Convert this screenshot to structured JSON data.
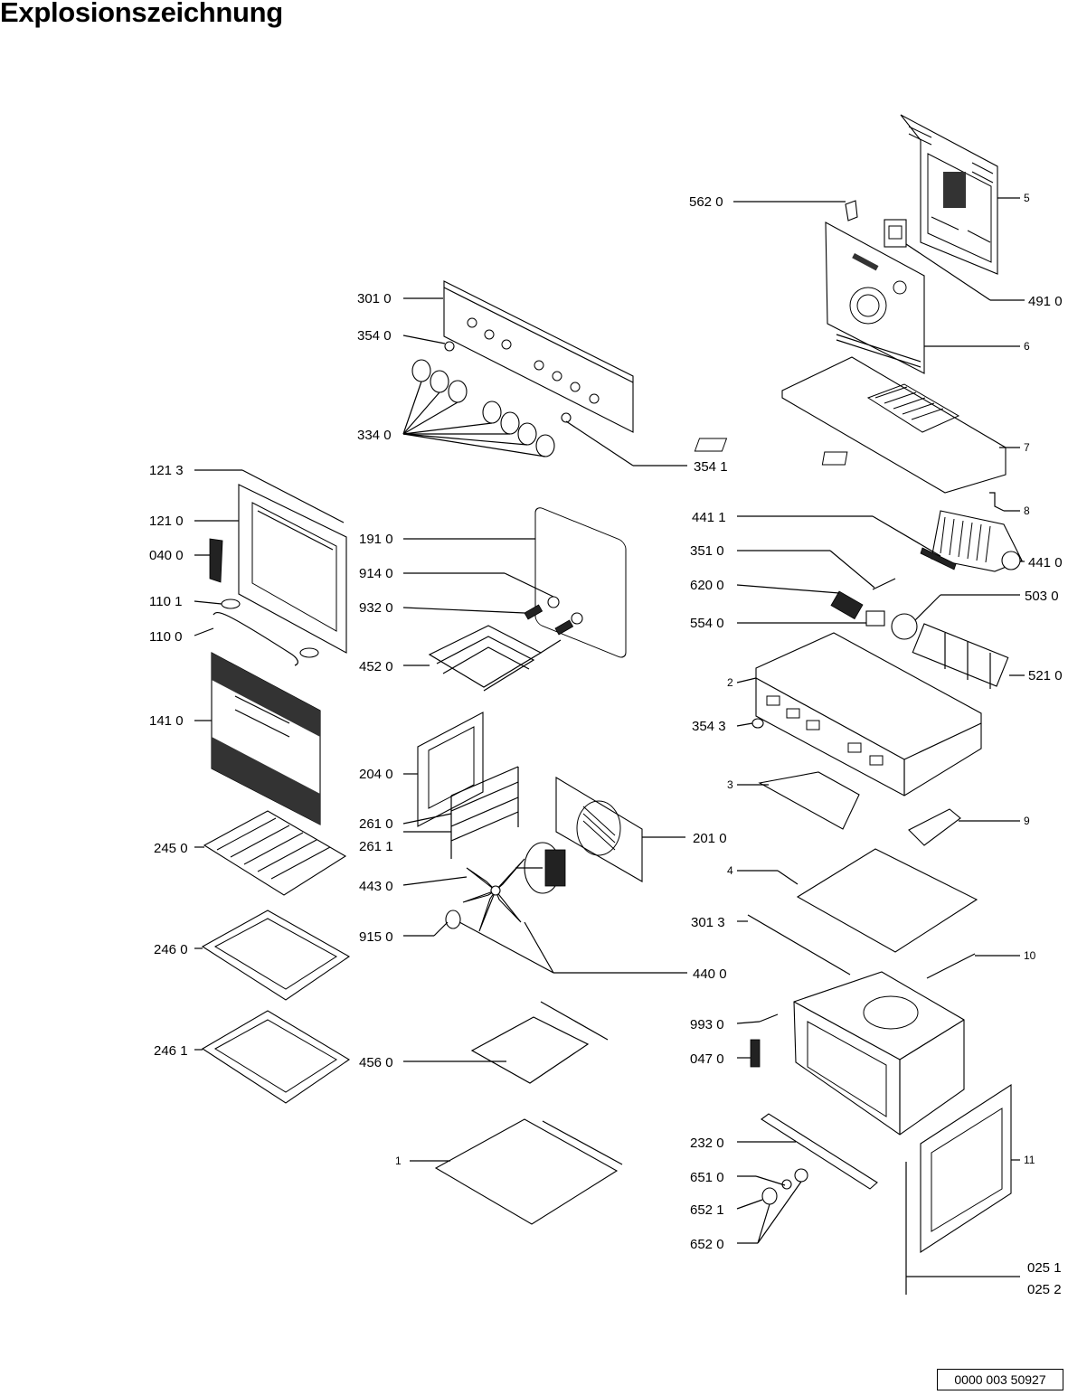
{
  "title": "Explosionszeichnung",
  "document_number": "0000 003 50927",
  "labels": {
    "l5": "5",
    "l5620": "562 0",
    "l4910": "491 0",
    "l6": "6",
    "l3010": "301 0",
    "l3540": "354 0",
    "l3340": "334 0",
    "l7": "7",
    "l3541": "354 1",
    "l1213": "121 3",
    "l8": "8",
    "l1210": "121 0",
    "l4411": "441 1",
    "l1910": "191 0",
    "l0400": "040 0",
    "l4410": "441 0",
    "l3510": "351 0",
    "l9140": "914 0",
    "l6200": "620 0",
    "l5030": "503 0",
    "l1101": "110 1",
    "l9320": "932 0",
    "l5540": "554 0",
    "l1100": "110 0",
    "l4520": "452 0",
    "l2": "2",
    "l5210": "521 0",
    "l1410": "141 0",
    "l3543": "354 3",
    "l2040": "204 0",
    "l3": "3",
    "l2610": "261 0",
    "l9": "9",
    "l2611": "261 1",
    "l2450": "245 0",
    "l2010": "201 0",
    "l4": "4",
    "l4430": "443 0",
    "l3013": "301 3",
    "l9150": "915 0",
    "l2460": "246 0",
    "l10": "10",
    "l4400": "440 0",
    "l9930": "993 0",
    "l2461": "246 1",
    "l4560": "456 0",
    "l0470": "047 0",
    "l2320": "232 0",
    "l1": "1",
    "l11": "11",
    "l6510": "651 0",
    "l6521": "652 1",
    "l6520": "652 0",
    "l0251": "025 1",
    "l0252": "025 2"
  },
  "parts": {
    "rear_panel": "rear-panel",
    "back_wall": "back-wall",
    "top_cover": "top-cover",
    "control_panel": "control-panel",
    "knobs": "control-knobs",
    "door_frame": "door-frame",
    "door_glass": "door-glass",
    "grill_element": "grill-element",
    "fan_motor": "fan-motor",
    "fan_cover": "fan-cover",
    "cooling_fan": "cooling-fan",
    "control_housing": "control-housing",
    "oven_cavity": "oven-cavity",
    "wire_shelf": "wire-shelf",
    "baking_tray": "baking-tray",
    "deep_tray": "deep-tray",
    "bottom_element": "bottom-element",
    "bottom_cover": "bottom-cover",
    "side_panel": "side-panel",
    "side_trim": "side-trim"
  }
}
